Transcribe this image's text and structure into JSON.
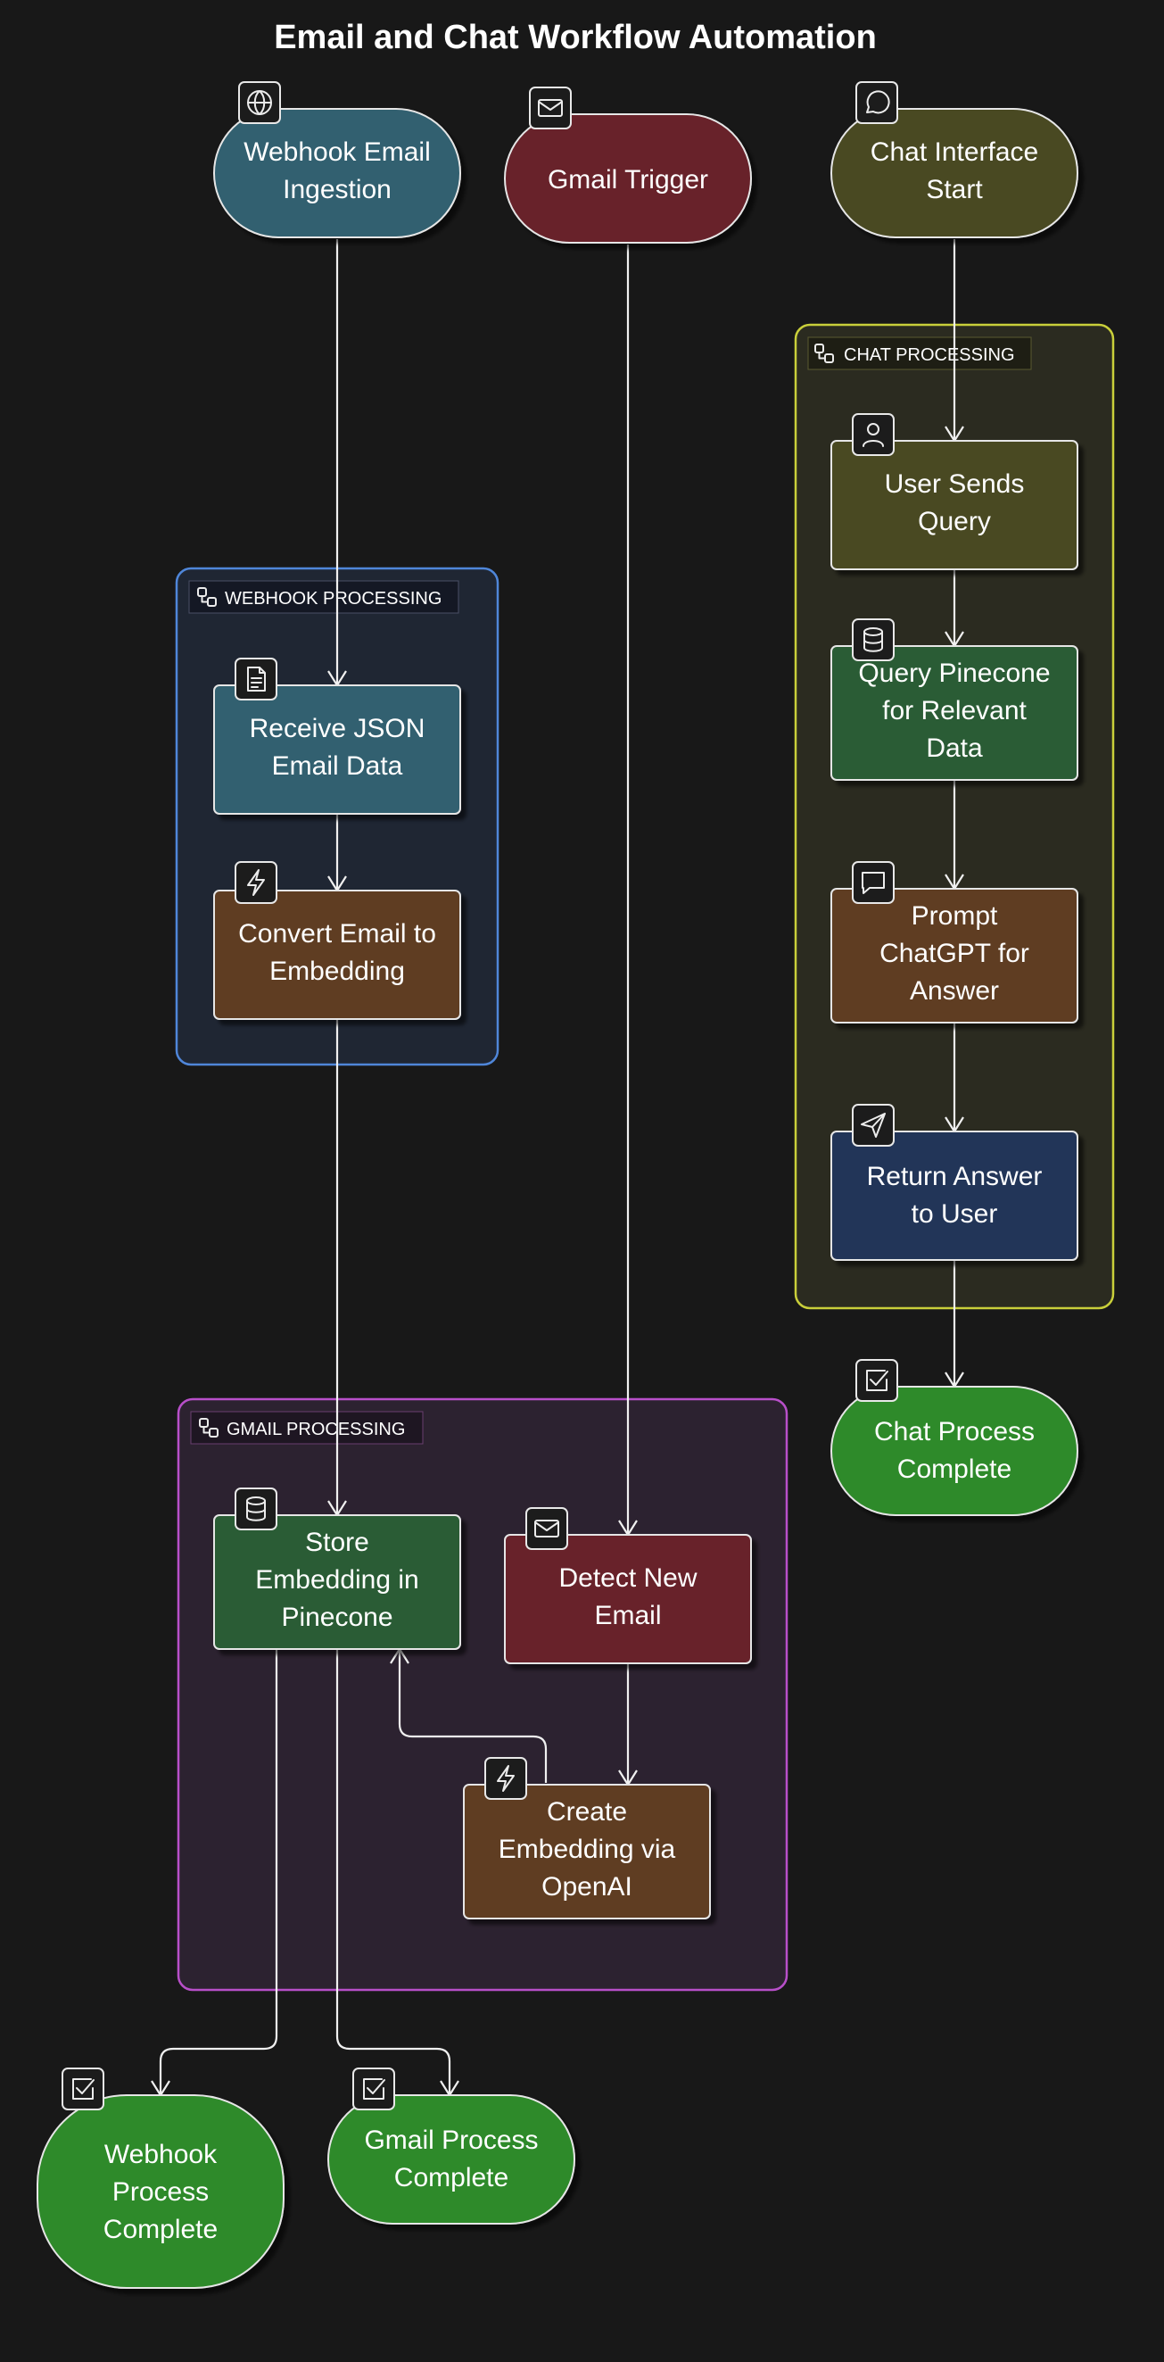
{
  "title": "Email and Chat Workflow Automation",
  "groups": {
    "webhook": {
      "label": "WEBHOOK PROCESSING",
      "stroke": "#4f86d9",
      "fill": "#1f2633"
    },
    "gmail": {
      "label": "GMAIL PROCESSING",
      "stroke": "#b84fc9",
      "fill": "#2c2230"
    },
    "chat": {
      "label": "CHAT PROCESSING",
      "stroke": "#c9cf3a",
      "fill": "#2b2b20"
    }
  },
  "nodes": {
    "webhook_ingest": {
      "lines": [
        "Webhook Email",
        "Ingestion"
      ],
      "fill": "#33606f",
      "icon": "globe-icon"
    },
    "gmail_trigger": {
      "lines": [
        "Gmail Trigger"
      ],
      "fill": "#67232c",
      "icon": "mail-icon"
    },
    "chat_start": {
      "lines": [
        "Chat Interface",
        "Start"
      ],
      "fill": "#4a4a24",
      "icon": "chat-bubble-icon"
    },
    "receive_json": {
      "lines": [
        "Receive JSON",
        "Email Data"
      ],
      "fill": "#33606f",
      "icon": "document-icon"
    },
    "convert_embedding": {
      "lines": [
        "Convert Email to",
        "Embedding"
      ],
      "fill": "#5f3d24",
      "icon": "lightning-icon"
    },
    "user_query": {
      "lines": [
        "User Sends",
        "Query"
      ],
      "fill": "#4a4a24",
      "icon": "user-icon"
    },
    "query_pinecone": {
      "lines": [
        "Query Pinecone",
        "for Relevant",
        "Data"
      ],
      "fill": "#2b5c35",
      "icon": "database-icon"
    },
    "prompt_chatgpt": {
      "lines": [
        "Prompt",
        "ChatGPT for",
        "Answer"
      ],
      "fill": "#5f3d24",
      "icon": "chat-bubble-icon"
    },
    "return_answer": {
      "lines": [
        "Return Answer",
        "to User"
      ],
      "fill": "#233558",
      "icon": "send-icon"
    },
    "chat_complete": {
      "lines": [
        "Chat Process",
        "Complete"
      ],
      "fill": "#2f8a2c",
      "icon": "check-square-icon"
    },
    "store_pinecone": {
      "lines": [
        "Store",
        "Embedding in",
        "Pinecone"
      ],
      "fill": "#2b5c35",
      "icon": "database-icon"
    },
    "detect_email": {
      "lines": [
        "Detect New",
        "Email"
      ],
      "fill": "#67232c",
      "icon": "mail-icon"
    },
    "create_openai": {
      "lines": [
        "Create",
        "Embedding via",
        "OpenAI"
      ],
      "fill": "#5f3d24",
      "icon": "lightning-icon"
    },
    "webhook_complete": {
      "lines": [
        "Webhook",
        "Process",
        "Complete"
      ],
      "fill": "#2f8a2c",
      "icon": "check-square-icon"
    },
    "gmail_complete": {
      "lines": [
        "Gmail Process",
        "Complete"
      ],
      "fill": "#2f8a2c",
      "icon": "check-square-icon"
    }
  },
  "edges": [
    [
      "webhook_ingest",
      "receive_json"
    ],
    [
      "receive_json",
      "convert_embedding"
    ],
    [
      "convert_embedding",
      "store_pinecone"
    ],
    [
      "store_pinecone",
      "webhook_complete"
    ],
    [
      "store_pinecone",
      "gmail_complete"
    ],
    [
      "gmail_trigger",
      "detect_email"
    ],
    [
      "detect_email",
      "create_openai"
    ],
    [
      "create_openai",
      "store_pinecone"
    ],
    [
      "chat_start",
      "user_query"
    ],
    [
      "user_query",
      "query_pinecone"
    ],
    [
      "query_pinecone",
      "prompt_chatgpt"
    ],
    [
      "prompt_chatgpt",
      "return_answer"
    ],
    [
      "return_answer",
      "chat_complete"
    ]
  ]
}
